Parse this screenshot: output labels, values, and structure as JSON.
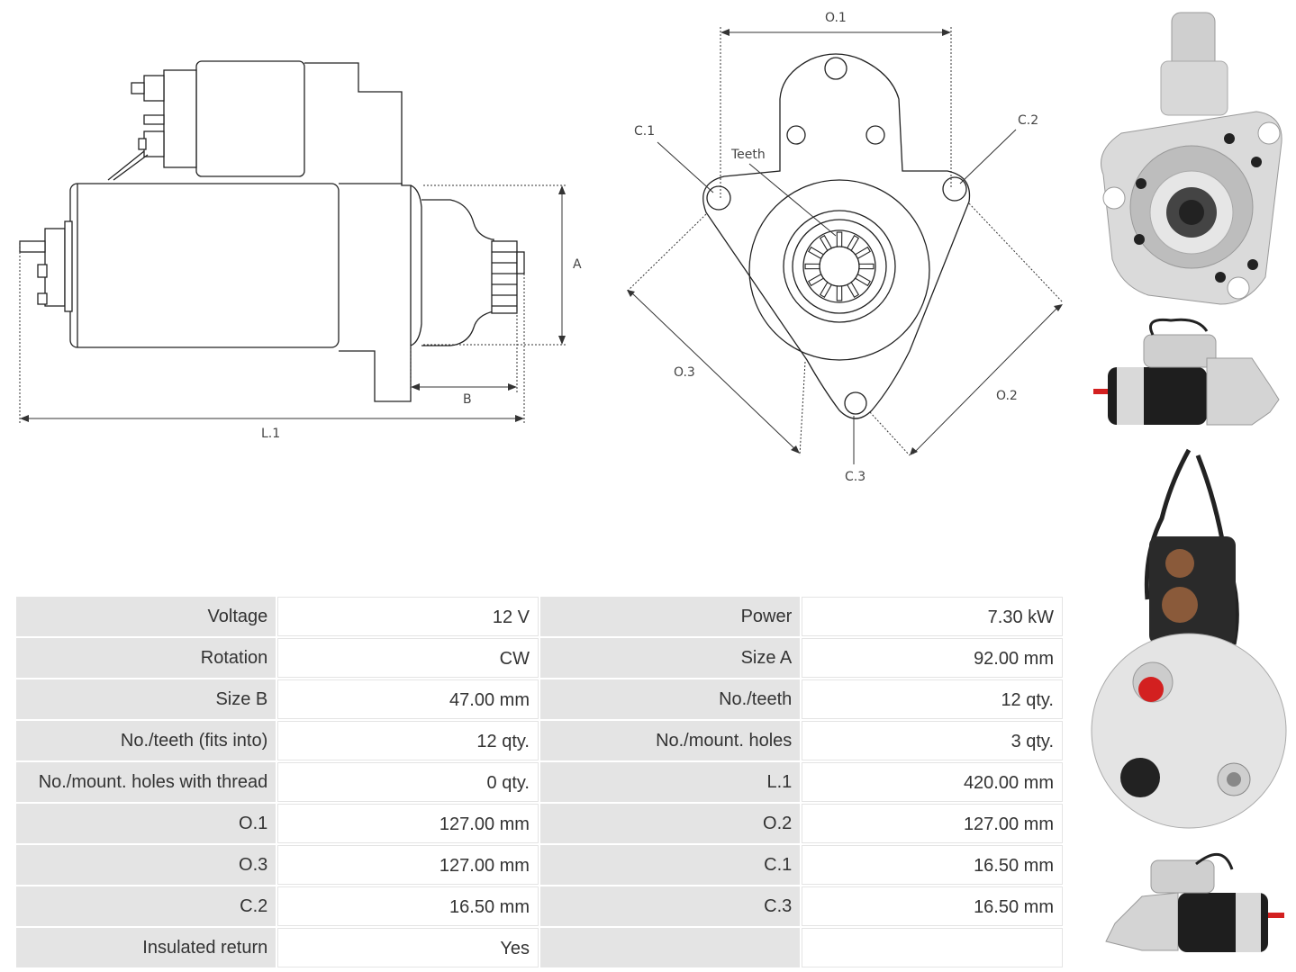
{
  "side_view": {
    "label_A": "A",
    "label_B": "B",
    "label_L1": "L.1"
  },
  "front_view": {
    "label_O1": "O.1",
    "label_O2": "O.2",
    "label_O3": "O.3",
    "label_C1": "C.1",
    "label_C2": "C.2",
    "label_C3": "C.3",
    "label_teeth": "Teeth"
  },
  "specs": {
    "rows": [
      {
        "l1": "Voltage",
        "v1": "12 V",
        "l2": "Power",
        "v2": "7.30 kW"
      },
      {
        "l1": "Rotation",
        "v1": "CW",
        "l2": "Size A",
        "v2": "92.00 mm"
      },
      {
        "l1": "Size B",
        "v1": "47.00 mm",
        "l2": "No./teeth",
        "v2": "12 qty."
      },
      {
        "l1": "No./teeth (fits into)",
        "v1": "12 qty.",
        "l2": "No./mount. holes",
        "v2": "3 qty."
      },
      {
        "l1": "No./mount. holes with thread",
        "v1": "0 qty.",
        "l2": "L.1",
        "v2": "420.00 mm"
      },
      {
        "l1": "O.1",
        "v1": "127.00 mm",
        "l2": "O.2",
        "v2": "127.00 mm"
      },
      {
        "l1": "O.3",
        "v1": "127.00 mm",
        "l2": "C.1",
        "v2": "16.50 mm"
      },
      {
        "l1": "C.2",
        "v1": "16.50 mm",
        "l2": "C.3",
        "v2": "16.50 mm"
      },
      {
        "l1": "Insulated return",
        "v1": "Yes",
        "l2": "",
        "v2": ""
      }
    ]
  },
  "colors": {
    "line": "#222222",
    "label_bg": "#e4e4e4",
    "housing_silver": "#c9c9c9",
    "motor_black": "#1e1e1e",
    "terminal_red": "#d32020"
  }
}
